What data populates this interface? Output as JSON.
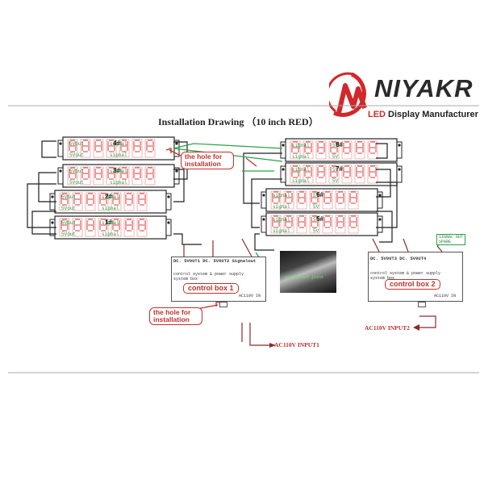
{
  "brand": {
    "name": "NIYAKR",
    "tagline_led": "LED",
    "tagline_rest": " Display Manufacturer",
    "colors": {
      "red": "#d2282b",
      "dark": "#2a2a2a"
    }
  },
  "title": "Installation Drawing （10 inch RED）",
  "callouts": {
    "hole_top": "the hole for installation",
    "hole_bottom": "the hole for installation"
  },
  "modules": {
    "left": [
      {
        "label": "4#",
        "labels": [
          "5Vout",
          "signal"
        ]
      },
      {
        "label": "3#",
        "labels": [
          "5Vout",
          "signal"
        ]
      },
      {
        "label": "2#",
        "labels": [
          "5Vout",
          "signal"
        ]
      },
      {
        "label": "1#",
        "labels": [
          "5Vout",
          "signal"
        ]
      }
    ],
    "right": [
      {
        "label": "8#",
        "labels": [
          "signal",
          "5V"
        ]
      },
      {
        "label": "7#",
        "labels": [
          "signal",
          "5V"
        ]
      },
      {
        "label": "6#",
        "labels": [
          "signal",
          "5V"
        ]
      },
      {
        "label": "5#",
        "labels": [
          "signal",
          "5V"
        ]
      }
    ]
  },
  "control_box_1": {
    "label": "control box 1",
    "outputs": "DC. 5V0UT1  DC. 5V0UT2  Signalout",
    "system_text": [
      "control system & power supply",
      "system box"
    ],
    "ac_in": "AC110V IN",
    "input": "AC110V INPUT1"
  },
  "control_box_2": {
    "label": "control box 2",
    "outputs": "DC. 5V0UT3  DC. 5V0UT4",
    "system_text": [
      "control system & power supply",
      "system box"
    ],
    "ac_in": "AC110V IN",
    "input": "AC110V INPUT2",
    "spare": [
      "SIGNAL OUT",
      "SPARE"
    ]
  },
  "photo_caption": "waterproof joint"
}
